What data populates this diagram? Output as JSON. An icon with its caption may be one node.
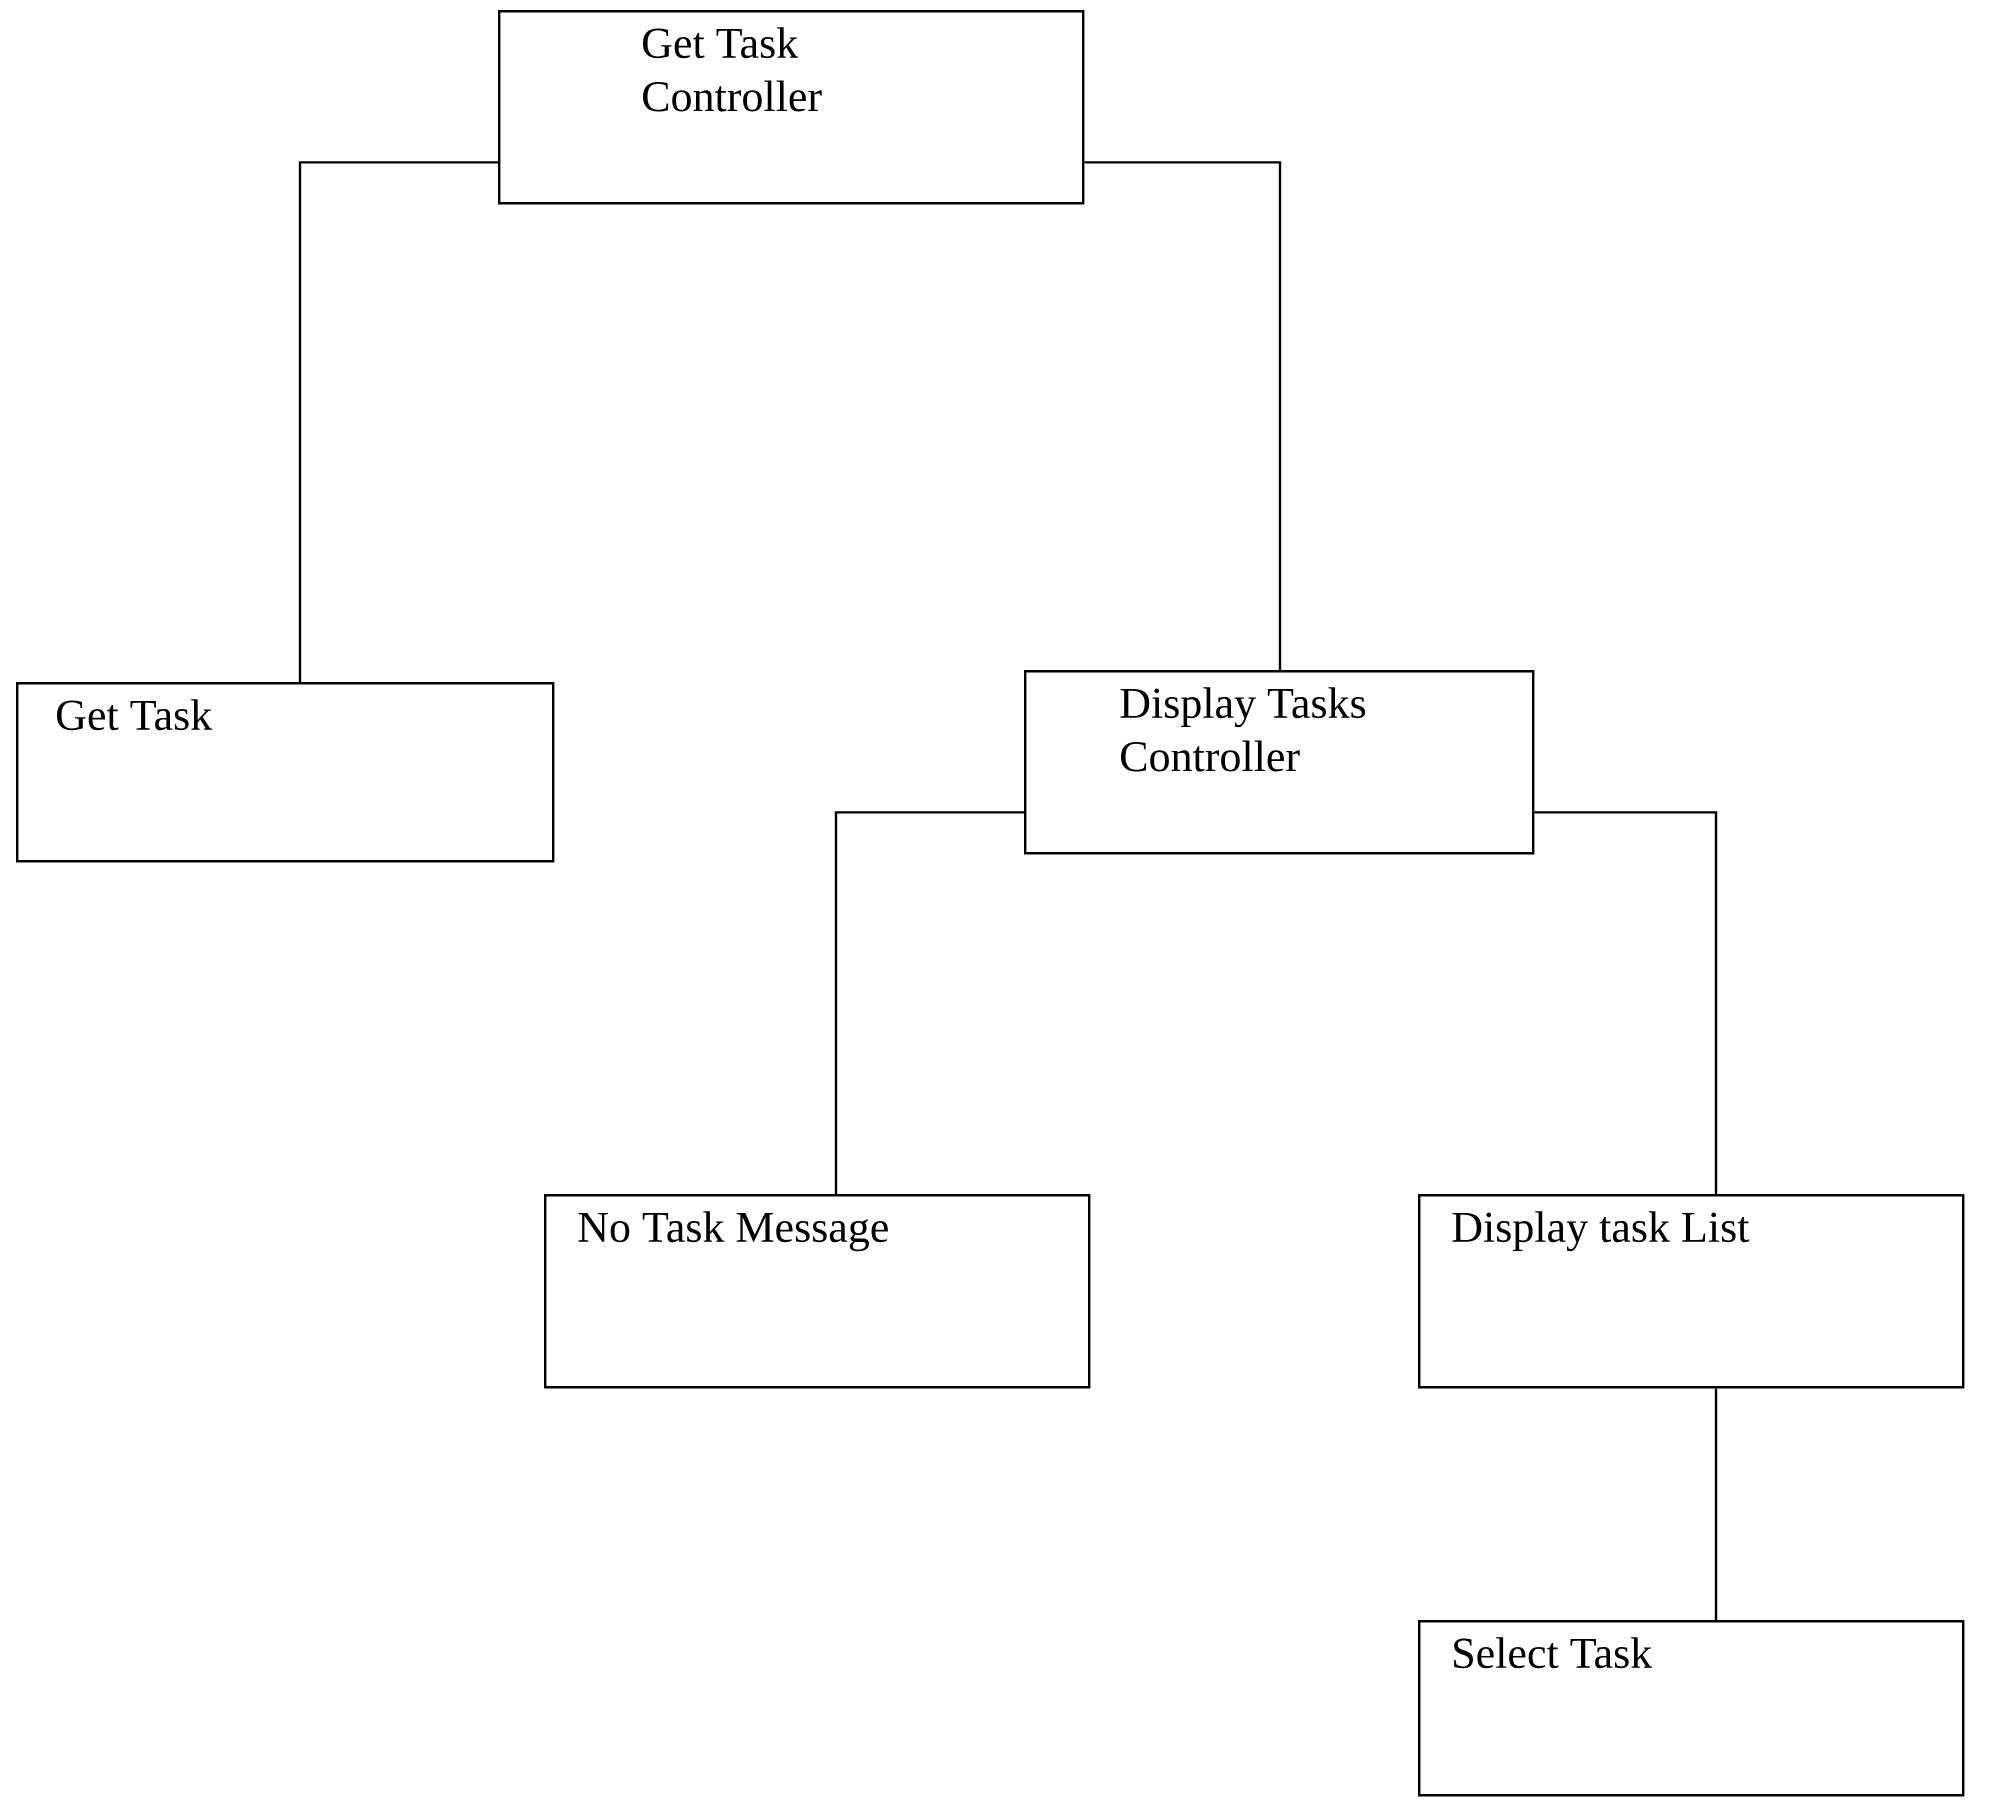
{
  "diagram": {
    "nodes": [
      {
        "text": [
          "Get Task Controller"
        ]
      },
      {
        "text": [
          "Get Task"
        ]
      },
      {
        "text": [
          "Display Tasks Controller"
        ]
      },
      {
        "text": [
          "No Task Message"
        ]
      },
      {
        "text": [
          "Display task List"
        ]
      },
      {
        "text": [
          "Select Task"
        ]
      }
    ],
    "edges": [
      {
        "from": 0,
        "to": 1,
        "arrow": "none"
      },
      {
        "from": 0,
        "to": 2,
        "arrow": "none"
      },
      {
        "from": 2,
        "to": 3,
        "arrow": "none"
      },
      {
        "from": 2,
        "to": 4,
        "arrow": "none"
      },
      {
        "from": 4,
        "to": 5,
        "arrow": "none"
      }
    ]
  }
}
